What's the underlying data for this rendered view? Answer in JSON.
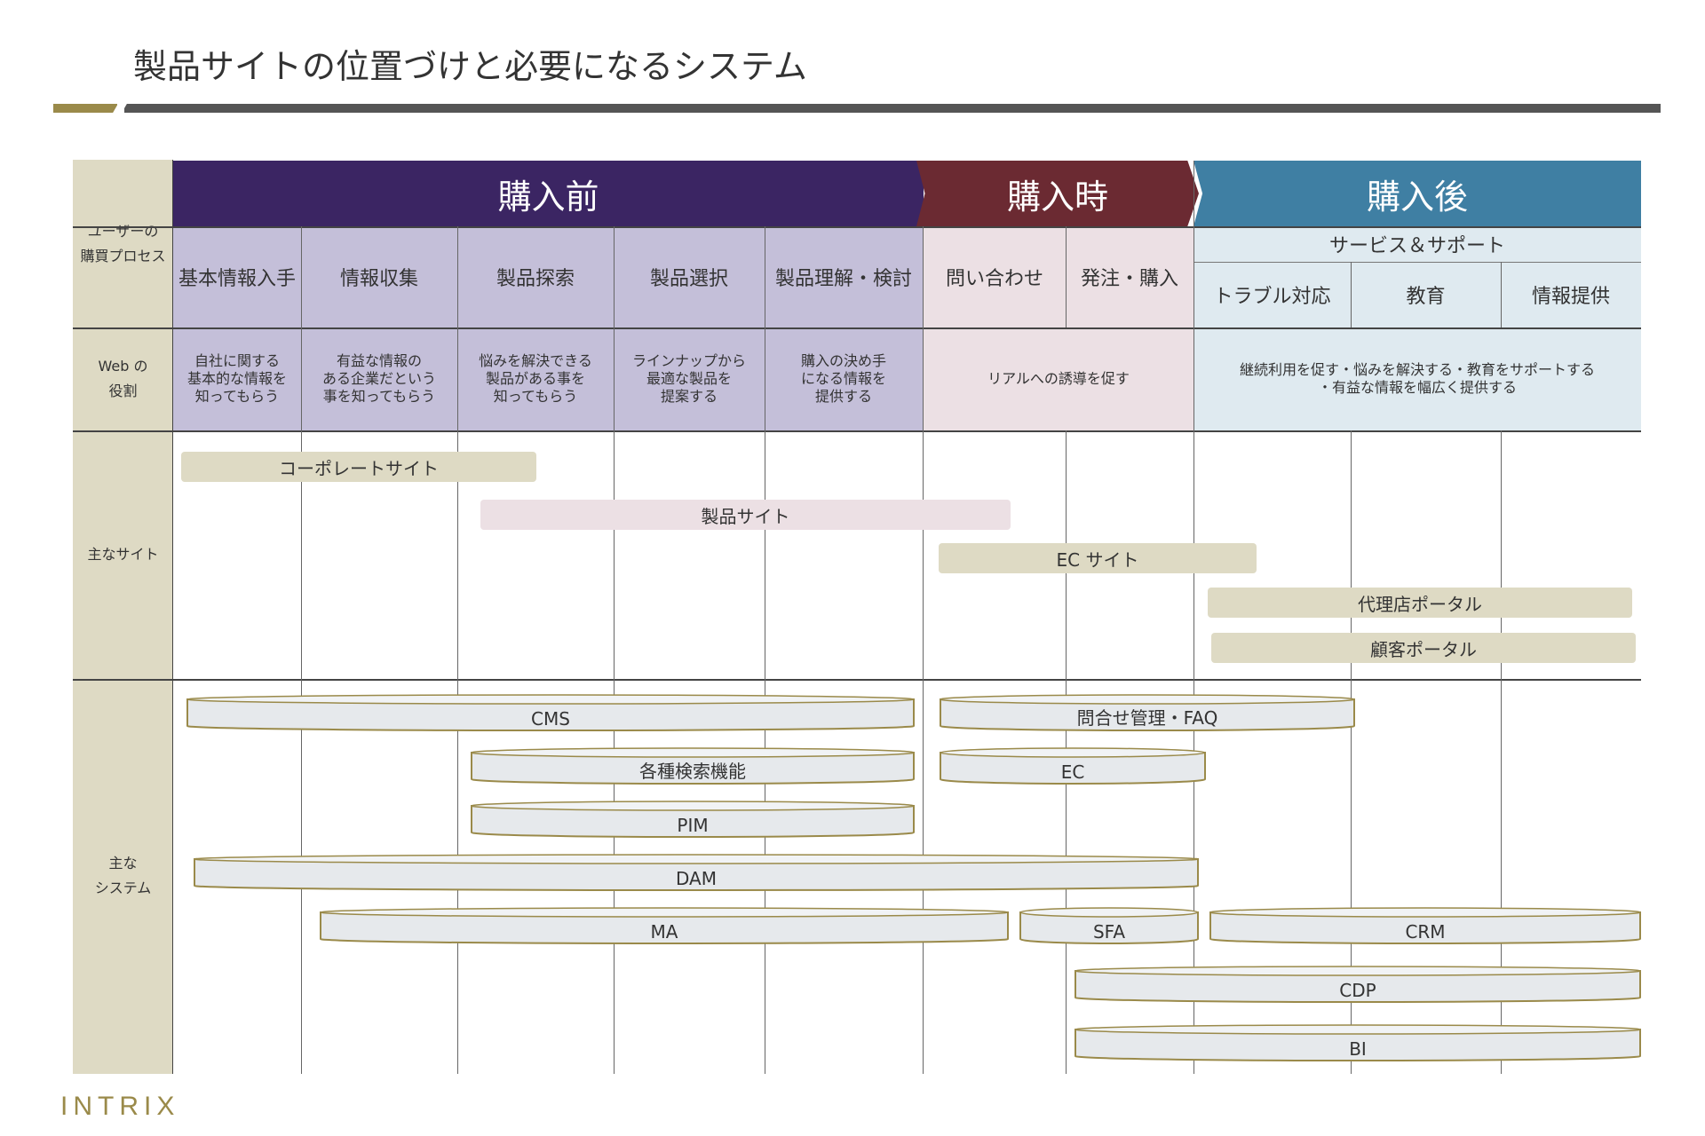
{
  "title": "製品サイトの位置づけと必要になるシステム",
  "rows": {
    "process_label": "ユーザーの\n購買プロセス",
    "web_role_label": "Web の\n役割",
    "sites_label": "主なサイト",
    "systems_label": "主な\nシステム"
  },
  "phases": [
    {
      "label": "購入前",
      "color": "#3b2563"
    },
    {
      "label": "購入時",
      "color": "#6b2a32"
    },
    {
      "label": "購入後",
      "color": "#3f7fa3"
    }
  ],
  "after_group_label": "サービス＆サポート",
  "steps": [
    {
      "label": "基本情報入手",
      "role": "自社に関する\n基本的な情報を\n知ってもらう"
    },
    {
      "label": "情報収集",
      "role": "有益な情報の\nある企業だという\n事を知ってもらう"
    },
    {
      "label": "製品探索",
      "role": "悩みを解決できる\n製品がある事を\n知ってもらう"
    },
    {
      "label": "製品選択",
      "role": "ラインナップから\n最適な製品を\n提案する"
    },
    {
      "label": "製品理解・検討",
      "role": "購入の決め手\nになる情報を\n提供する"
    },
    {
      "label": "問い合わせ"
    },
    {
      "label": "発注・購入"
    },
    {
      "label": "トラブル対応"
    },
    {
      "label": "教育"
    },
    {
      "label": "情報提供"
    }
  ],
  "role_during": "リアルへの誘導を促す",
  "role_after": "継続利用を促す・悩みを解決する・教育をサポートする\n・有益な情報を幅広く提供する",
  "sites": [
    "コーポレートサイト",
    "製品サイト",
    "EC サイト",
    "代理店ポータル",
    "顧客ポータル"
  ],
  "systems": [
    "CMS",
    "問合せ管理・FAQ",
    "各種検索機能",
    "EC",
    "PIM",
    "DAM",
    "MA",
    "SFA",
    "CRM",
    "CDP",
    "BI"
  ],
  "logo": "INTRIX",
  "colors": {
    "phase_before": "#3b2563",
    "phase_during": "#6b2a32",
    "phase_after": "#3f7fa3",
    "accent_gold": "#9a8a4a"
  }
}
